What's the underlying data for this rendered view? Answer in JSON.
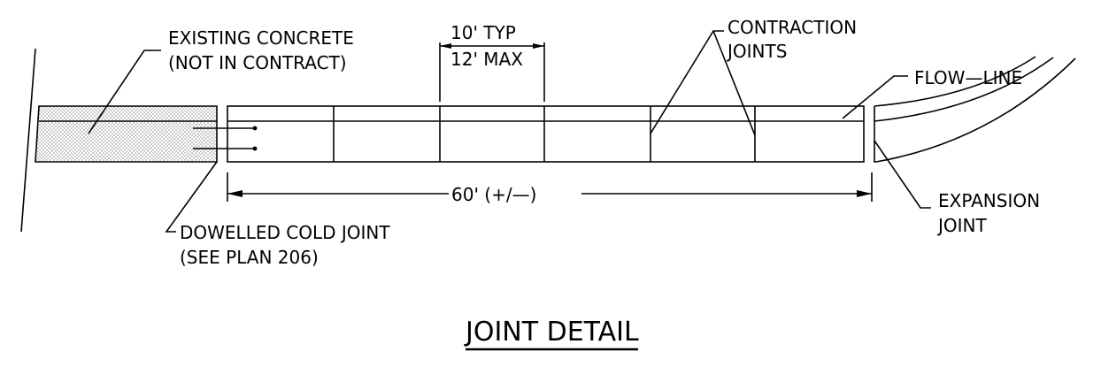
{
  "labels": {
    "existing_line1": "EXISTING CONCRETE",
    "existing_line2": "(NOT IN CONTRACT)",
    "typ_spacing": "10' TYP",
    "max_spacing": "12' MAX",
    "contraction_line1": "CONTRACTION",
    "contraction_line2": "JOINTS",
    "flow_line": "FLOW—LINE",
    "overall_length": "60' (+/—)",
    "expansion_line1": "EXPANSION",
    "expansion_line2": "JOINT",
    "dowelled_line1": "DOWELLED COLD JOINT",
    "dowelled_line2": "(SEE PLAN 206)"
  },
  "title": "JOINT DETAIL"
}
